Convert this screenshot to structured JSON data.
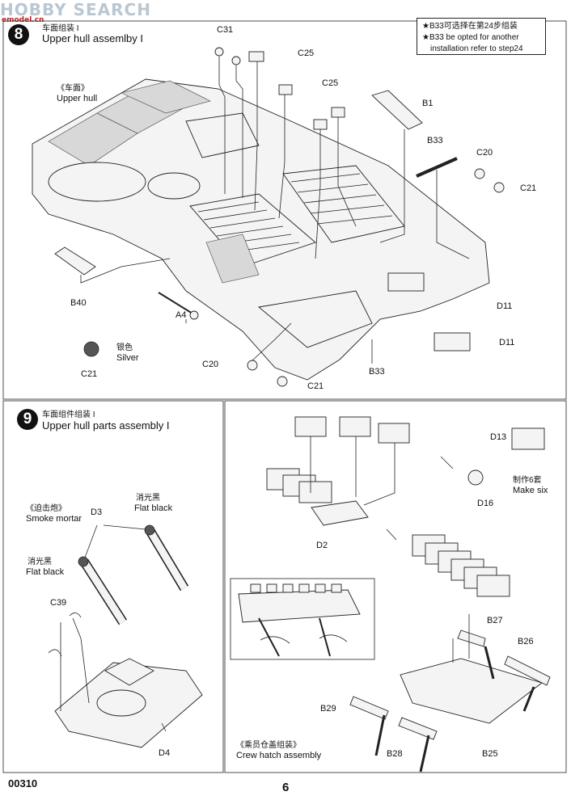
{
  "watermark": {
    "brand": "HOBBY SEARCH",
    "site": "emodel.cn"
  },
  "step8": {
    "number": "8",
    "title_cn": "车面组装 I",
    "title_en": "Upper hull assemlby I",
    "note_cn": "★B33可选择在第24步组装",
    "note_en_1": "★B33 be opted for another",
    "note_en_2": "installation refer to step24",
    "labels": {
      "c31": "C31",
      "c25a": "C25",
      "c25b": "C25",
      "b1": "B1",
      "b33a": "B33",
      "c20a": "C20",
      "c21a": "C21",
      "upper_hull_cn": "《车面》",
      "upper_hull_en": "Upper hull",
      "b40": "B40",
      "a4": "A4",
      "d11a": "D11",
      "d11b": "D11",
      "silver_cn": "银色",
      "silver_en": "Silver",
      "c21b": "C21",
      "c20b": "C20",
      "c21c": "C21",
      "b33b": "B33"
    }
  },
  "step9": {
    "number": "9",
    "title_cn": "车面组件组装 I",
    "title_en": "Upper hull parts assembly I",
    "labels": {
      "smoke_cn": "《迫击炮》",
      "smoke_en": "Smoke mortar",
      "d3": "D3",
      "flat1_cn": "消光黑",
      "flat1_en": "Flat black",
      "flat2_cn": "消光黑",
      "flat2_en": "Flat black",
      "c39": "C39",
      "d4": "D4",
      "d13": "D13",
      "d16": "D16",
      "make_cn": "制作6套",
      "make_en": "Make six",
      "d2": "D2",
      "b27": "B27",
      "b26": "B26",
      "b29": "B29",
      "b28": "B28",
      "b25": "B25",
      "crew_cn": "《乘员仓盖组装》",
      "crew_en": "Crew hatch assembly"
    }
  },
  "footer": {
    "code": "00310",
    "page": "6"
  }
}
